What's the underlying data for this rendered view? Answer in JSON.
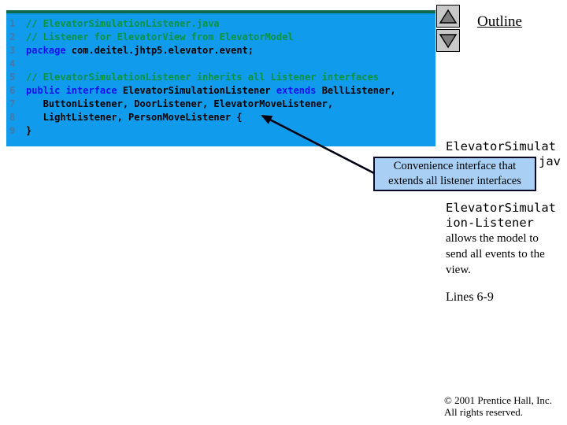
{
  "outline": {
    "title": "Outline"
  },
  "code_panel": {
    "bg_color": "#119bec",
    "top_bar_color": "#0c6b4f",
    "comment_color": "#0d9440",
    "keyword_color": "#1212ee",
    "plain_color": "#000000",
    "line_number_color": "#4579a8",
    "lines": [
      {
        "n": "1",
        "segments": [
          {
            "type": "comment",
            "text": "// ElevatorSimulationListener.java"
          }
        ]
      },
      {
        "n": "2",
        "segments": [
          {
            "type": "comment",
            "text": "// Listener for ElevatorView from ElevatorModel"
          }
        ]
      },
      {
        "n": "3",
        "segments": [
          {
            "type": "keyword",
            "text": "package"
          },
          {
            "type": "plain",
            "text": " com.deitel.jhtp5.elevator.event;"
          }
        ]
      },
      {
        "n": "4",
        "segments": []
      },
      {
        "n": "5",
        "segments": [
          {
            "type": "comment",
            "text": "// ElevatorSimulationListener inherits all Listener interfaces"
          }
        ]
      },
      {
        "n": "6",
        "segments": [
          {
            "type": "keyword",
            "text": "public interface"
          },
          {
            "type": "plain",
            "text": " ElevatorSimulationListener "
          },
          {
            "type": "keyword",
            "text": "extends"
          },
          {
            "type": "plain",
            "text": " BellListener,"
          }
        ]
      },
      {
        "n": "7",
        "segments": [
          {
            "type": "plain",
            "text": "   ButtonListener, DoorListener, ElevatorMoveListener,"
          }
        ]
      },
      {
        "n": "8",
        "segments": [
          {
            "type": "plain",
            "text": "   LightListener, PersonMoveListener {"
          }
        ]
      },
      {
        "n": "9",
        "segments": [
          {
            "type": "plain",
            "text": "}"
          }
        ]
      }
    ]
  },
  "callout": {
    "text": "Convenience interface that\nextends all listener interfaces",
    "fill_color": "#a9cff4",
    "border_color": "#0a0a28"
  },
  "sidebar": {
    "heading1_line1": "ElevatorSimulat",
    "heading1_line2": "jav",
    "heading2": "ElevatorSimulat\nion-Listener",
    "body_text": "allows the model to\nsend all events to the\nview.",
    "lines_ref": "Lines 6-9"
  },
  "footer": {
    "copyright": "© 2001 Prentice Hall, Inc.\nAll rights reserved."
  }
}
